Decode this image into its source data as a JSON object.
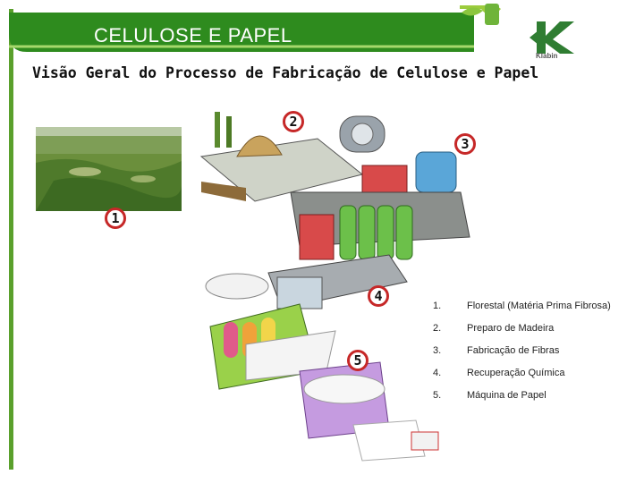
{
  "header": {
    "title": "CELULOSE E PAPEL"
  },
  "subtitle": "Visão Geral do Processo de Fabricação de Celulose e Papel",
  "logo": {
    "text": "Klabin"
  },
  "markers": [
    "1",
    "2",
    "3",
    "4",
    "5"
  ],
  "legend": [
    {
      "num": "1.",
      "text": "Florestal (Matéria Prima Fibrosa)"
    },
    {
      "num": "2.",
      "text": "Preparo de Madeira"
    },
    {
      "num": "3.",
      "text": "Fabricação de Fibras"
    },
    {
      "num": "4.",
      "text": "Recuperação Química"
    },
    {
      "num": "5.",
      "text": "Máquina de Papel"
    }
  ],
  "colors": {
    "brand_green": "#5aa02c",
    "header_green": "#2e8b1e",
    "badge_red": "#c62828"
  }
}
